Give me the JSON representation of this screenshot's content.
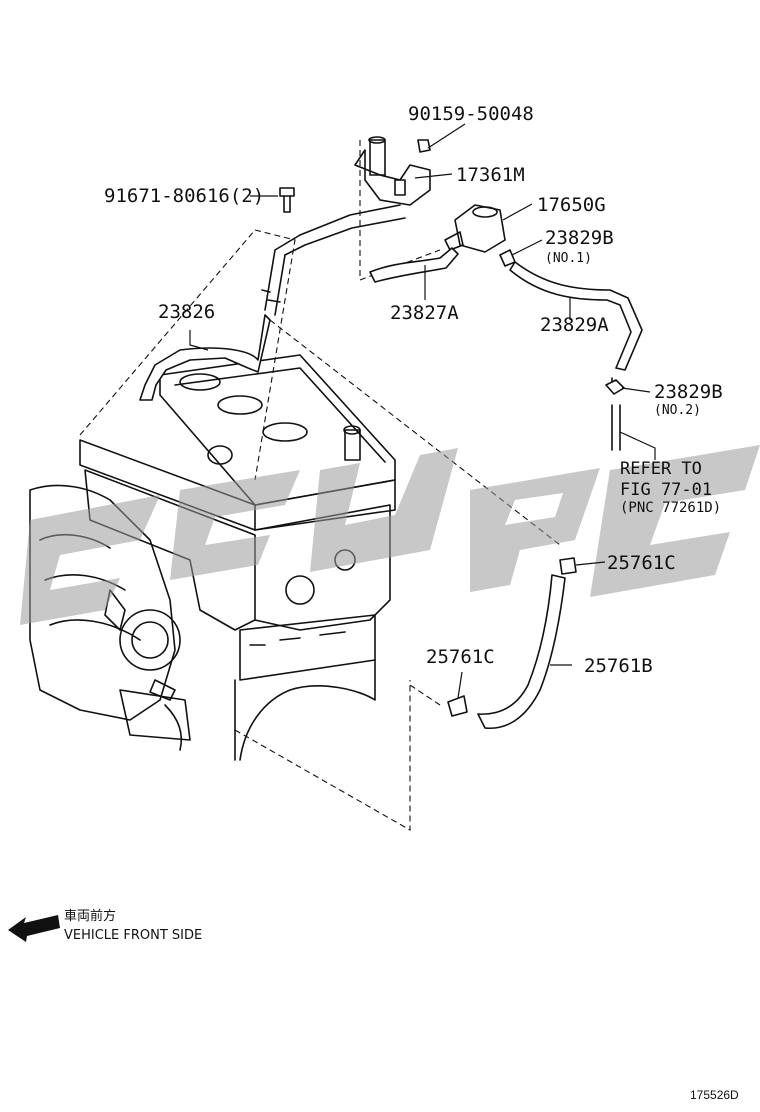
{
  "parts": {
    "p1": "90159-50048",
    "p2": "17361M",
    "p3": "91671-80616(2)",
    "p4": "17650G",
    "p5": "23829B",
    "p5_note": "(NO.1)",
    "p6": "23826",
    "p7": "23827A",
    "p8": "23829A",
    "p9": "23829B",
    "p9_note": "(NO.2)",
    "p10": "25761C",
    "p11": "25761C",
    "p12": "25761B"
  },
  "reference": {
    "line1": "REFER TO",
    "line2": "FIG 77-01",
    "line3": "(PNC 77261D)"
  },
  "front_note": {
    "japanese": "車両前方",
    "english": "VEHICLE FRONT SIDE"
  },
  "figure_id": "175526D",
  "watermark_color": "#9a9a9a"
}
